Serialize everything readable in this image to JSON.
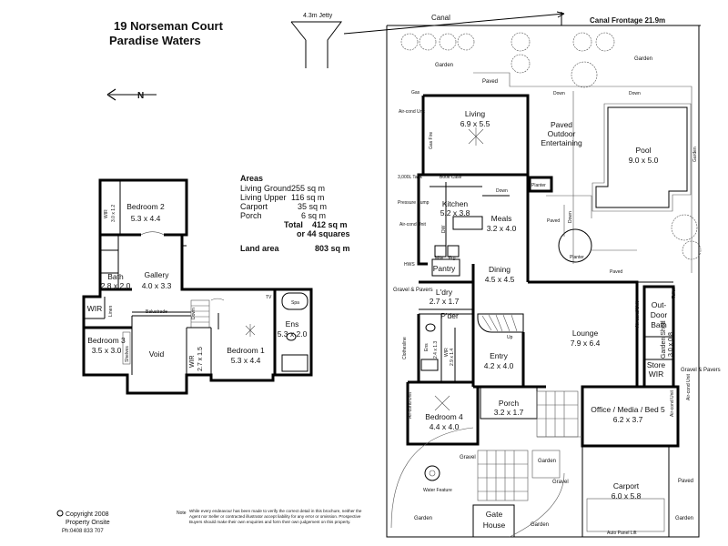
{
  "title": {
    "line1": "19 Norseman Court",
    "line2": "Paradise Waters"
  },
  "compass": {
    "letter": "N"
  },
  "areas": {
    "heading": "Areas",
    "rows": [
      {
        "label": "Living Ground",
        "value": "255 sq m"
      },
      {
        "label": "Living Upper",
        "value": "116 sq m"
      },
      {
        "label": "Carport",
        "value": "35 sq m"
      },
      {
        "label": "Porch",
        "value": "6 sq m"
      }
    ],
    "total_label": "Total",
    "total_value": "412 sq m",
    "squares": "or 44 squares",
    "land_label": "Land area",
    "land_value": "803 sq m"
  },
  "upper": {
    "bedroom2": {
      "name": "Bedroom 2",
      "size": "5.3 x 4.4"
    },
    "wir_top": {
      "name": "WIR",
      "size": "3.0 x 1.2"
    },
    "gallery": {
      "name": "Gallery",
      "size": "4.0 x 3.3"
    },
    "bath": {
      "name": "Bath",
      "size": "2.8 x 2.0"
    },
    "wir_left": "WIR",
    "linen": "Linen",
    "balustrade": "Balustrade",
    "down": "Down",
    "tv": "TV",
    "spa": "Spa",
    "bedroom3": {
      "name": "Bedroom 3",
      "size": "3.5 x 3.0"
    },
    "shelves": "Shelves",
    "void": "Void",
    "wir_mid": {
      "name": "WIR",
      "size": "2.7 x 1.5"
    },
    "bedroom1": {
      "name": "Bedroom 1",
      "size": "5.3 x 4.4"
    },
    "ens": {
      "name": "Ens",
      "size": "5.3 x 2.0"
    }
  },
  "site": {
    "jetty": "4.3m Jetty",
    "canal": "Canal",
    "canal_frontage": "Canal Frontage 21.9m",
    "garden": "Garden",
    "paved": "Paved",
    "down": "Down",
    "gas": "Gas",
    "aircond_unit": "Air-cond Unit",
    "gas_fire": "Gas Fire",
    "living": {
      "name": "Living",
      "size": "6.9 x 5.5"
    },
    "outdoor": {
      "line1": "Paved",
      "line2": "Outdoor",
      "line3": "Entertaining"
    },
    "pool": {
      "name": "Pool",
      "size": "9.0 x 5.0"
    },
    "tank": "3,000L Tank",
    "book_case": "Book Case",
    "planter": "Planter",
    "pressure_pump": "Pressure Pump",
    "kitchen": {
      "name": "Kitchen",
      "size": "5.2 x 3.8"
    },
    "meals": {
      "name": "Meals",
      "size": "3.2 x 4.0"
    },
    "dw": "DW",
    "mw": "M/w",
    "frg": "Frg",
    "hws": "HWS",
    "pantry": "Pantry",
    "dining": {
      "name": "Dining",
      "size": "4.5 x 4.5"
    },
    "gravel_pavers": "Gravel & Pavers",
    "ldry": {
      "name": "L'dry",
      "size": "2.7 x 1.7"
    },
    "pder": "P'der",
    "clothesline": "Clothesline",
    "ens": {
      "name": "Ens",
      "size": "2.4 x 1.3"
    },
    "wir": {
      "name": "WIR",
      "size": "2.9 x 1.4"
    },
    "up": "Up",
    "entry": {
      "name": "Entry",
      "size": "4.2 x 4.0"
    },
    "lounge": {
      "name": "Lounge",
      "size": "7.9 x 6.4"
    },
    "outdoor_bath": {
      "line1": "Out-",
      "line2": "Door",
      "line3": "Bath"
    },
    "garden_shed": {
      "name": "Garden Shed",
      "size": "3.0 x 0.8"
    },
    "store": "Store",
    "store_wir": "WIR",
    "toilet": "Toilet",
    "bedroom4": {
      "name": "Bedroom 4",
      "size": "4.4 x 4.0"
    },
    "porch": {
      "name": "Porch",
      "size": "3.2 x 1.7"
    },
    "office": {
      "name": "Office / Media / Bed 5",
      "size": "6.2 x 3.7"
    },
    "water_feature": "Water Feature",
    "gravel": "Gravel",
    "carport": {
      "name": "Carport",
      "size": "6.0 x 5.8"
    },
    "gatehouse": {
      "line1": "Gate",
      "line2": "House"
    },
    "auto_panel": "Auto Panel Lift"
  },
  "footer": {
    "copyright": "Copyright 2008",
    "company": "Property Onsite",
    "phone": "Ph:0408 833 707",
    "note_label": "Note",
    "note": "While every endeavour has been made to verify the correct detail in this brochure, neither the Agent nor Seller or contracted illustrator accept liability for any error or omission. Prospective Buyers should make their own enquiries and form their own judgement on this property."
  }
}
